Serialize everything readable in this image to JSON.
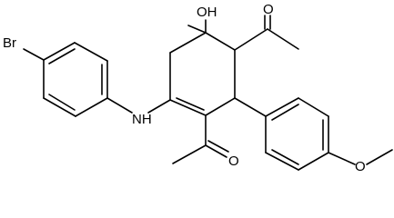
{
  "molecule": {
    "atom_labels": {
      "bromine": "Br",
      "amine": "NH",
      "hydroxyl": "OH",
      "ketone_oxygen_top": "O",
      "ketone_oxygen_bottom": "O",
      "methoxy_oxygen": "O"
    },
    "colors": {
      "bond": "#000000",
      "label": "#000000",
      "background": "#ffffff"
    }
  }
}
